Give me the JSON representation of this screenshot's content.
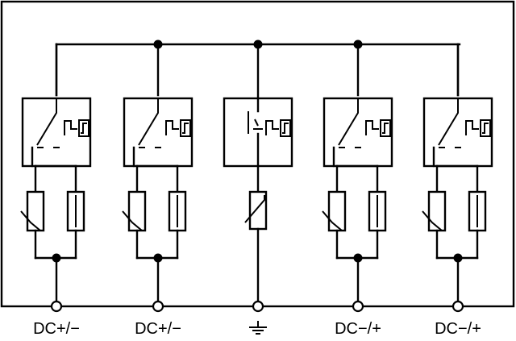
{
  "terminals": [
    {
      "id": "t1",
      "label": "DC+/−",
      "kind": "varistor-with-fuse"
    },
    {
      "id": "t2",
      "label": "DC+/−",
      "kind": "varistor-with-fuse"
    },
    {
      "id": "t3",
      "label": "",
      "kind": "ground-gap",
      "icon": "ground-icon"
    },
    {
      "id": "t4",
      "label": "DC−/+",
      "kind": "varistor-with-fuse"
    },
    {
      "id": "t5",
      "label": "DC−/+",
      "kind": "varistor-with-fuse"
    }
  ],
  "colors": {
    "line": "#000000",
    "background": "#ffffff"
  }
}
